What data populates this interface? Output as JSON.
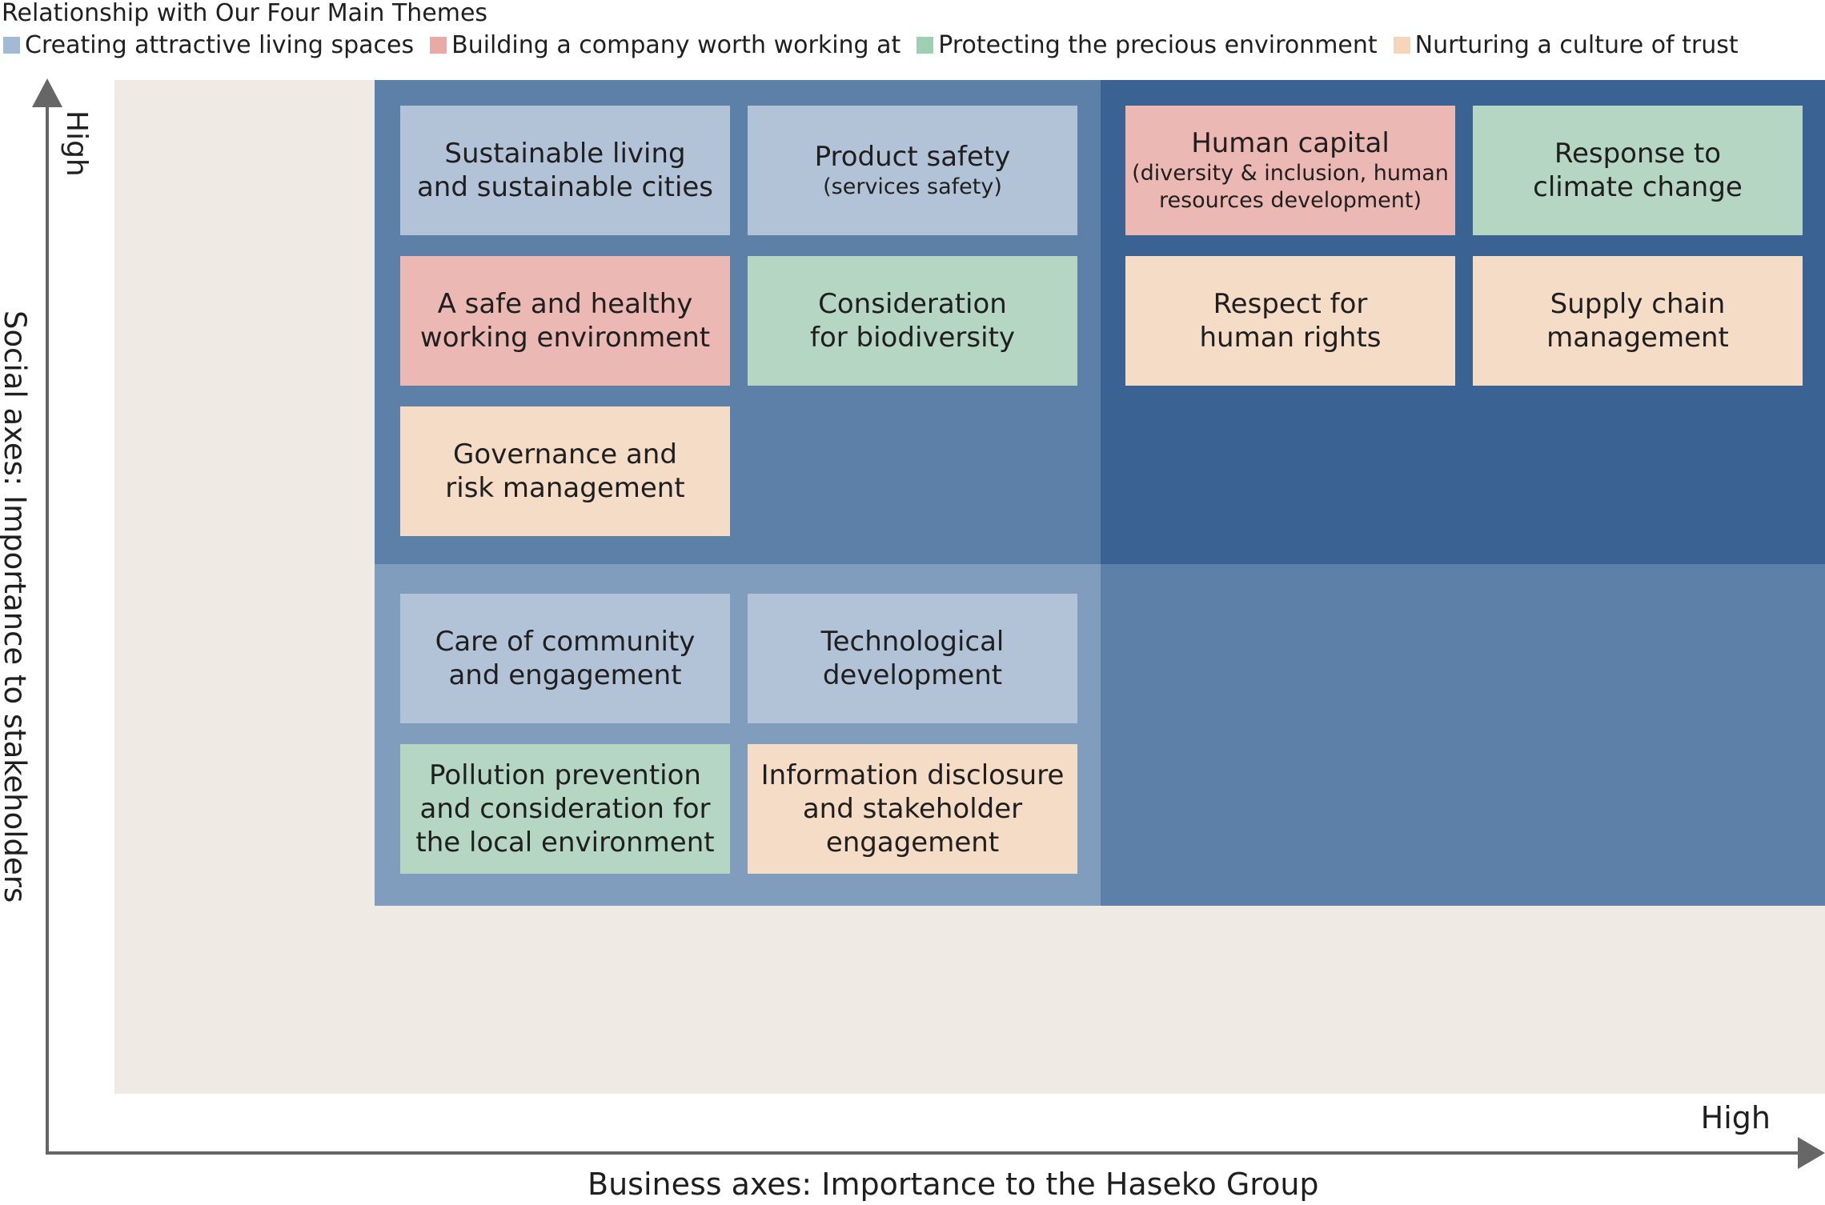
{
  "legend": {
    "title": "Relationship with Our Four Main Themes",
    "items": [
      {
        "label": "Creating attractive living spaces",
        "color": "#a3b9d6"
      },
      {
        "label": "Building a company worth working at",
        "color": "#e9aaa7"
      },
      {
        "label": "Protecting the precious environment",
        "color": "#9fcfb3"
      },
      {
        "label": "Nurturing a culture of trust",
        "color": "#f5d6bb"
      }
    ]
  },
  "axes": {
    "y_title": "Social axes: Importance to stakeholders",
    "y_high": "High",
    "x_title": "Business axes: Importance to the Haseko Group",
    "x_high": "High"
  },
  "colors": {
    "plot_background": "#efebe4",
    "zone_top_left": "#5d80a9",
    "zone_top_right": "#3a6293",
    "zone_bottom_left": "#819dbd",
    "zone_bottom_right": "#5d80a9",
    "axis": "#666666"
  },
  "matrix": {
    "top_left": [
      {
        "theme": "living",
        "title": "Sustainable living\nand sustainable cities",
        "sub": ""
      },
      {
        "theme": "living",
        "title": "Product safety",
        "sub": "(services safety)"
      },
      {
        "theme": "company",
        "title": "A safe and healthy\nworking environment",
        "sub": ""
      },
      {
        "theme": "environment",
        "title": "Consideration\nfor biodiversity",
        "sub": ""
      },
      {
        "theme": "trust",
        "title": "Governance and\nrisk management",
        "sub": ""
      }
    ],
    "top_right": [
      {
        "theme": "company",
        "title": "Human capital",
        "sub": "(diversity & inclusion, human\nresources development)"
      },
      {
        "theme": "environment",
        "title": "Response to\nclimate change",
        "sub": ""
      },
      {
        "theme": "trust",
        "title": "Respect for\nhuman rights",
        "sub": ""
      },
      {
        "theme": "trust",
        "title": "Supply chain\nmanagement",
        "sub": ""
      }
    ],
    "bottom_left": [
      {
        "theme": "living",
        "title": "Care of community\nand engagement",
        "sub": ""
      },
      {
        "theme": "living",
        "title": "Technological\ndevelopment",
        "sub": ""
      },
      {
        "theme": "environment",
        "title": "Pollution prevention\nand consideration for\nthe local environment",
        "sub": ""
      },
      {
        "theme": "trust",
        "title": "Information disclosure\nand stakeholder\nengagement",
        "sub": ""
      }
    ]
  }
}
